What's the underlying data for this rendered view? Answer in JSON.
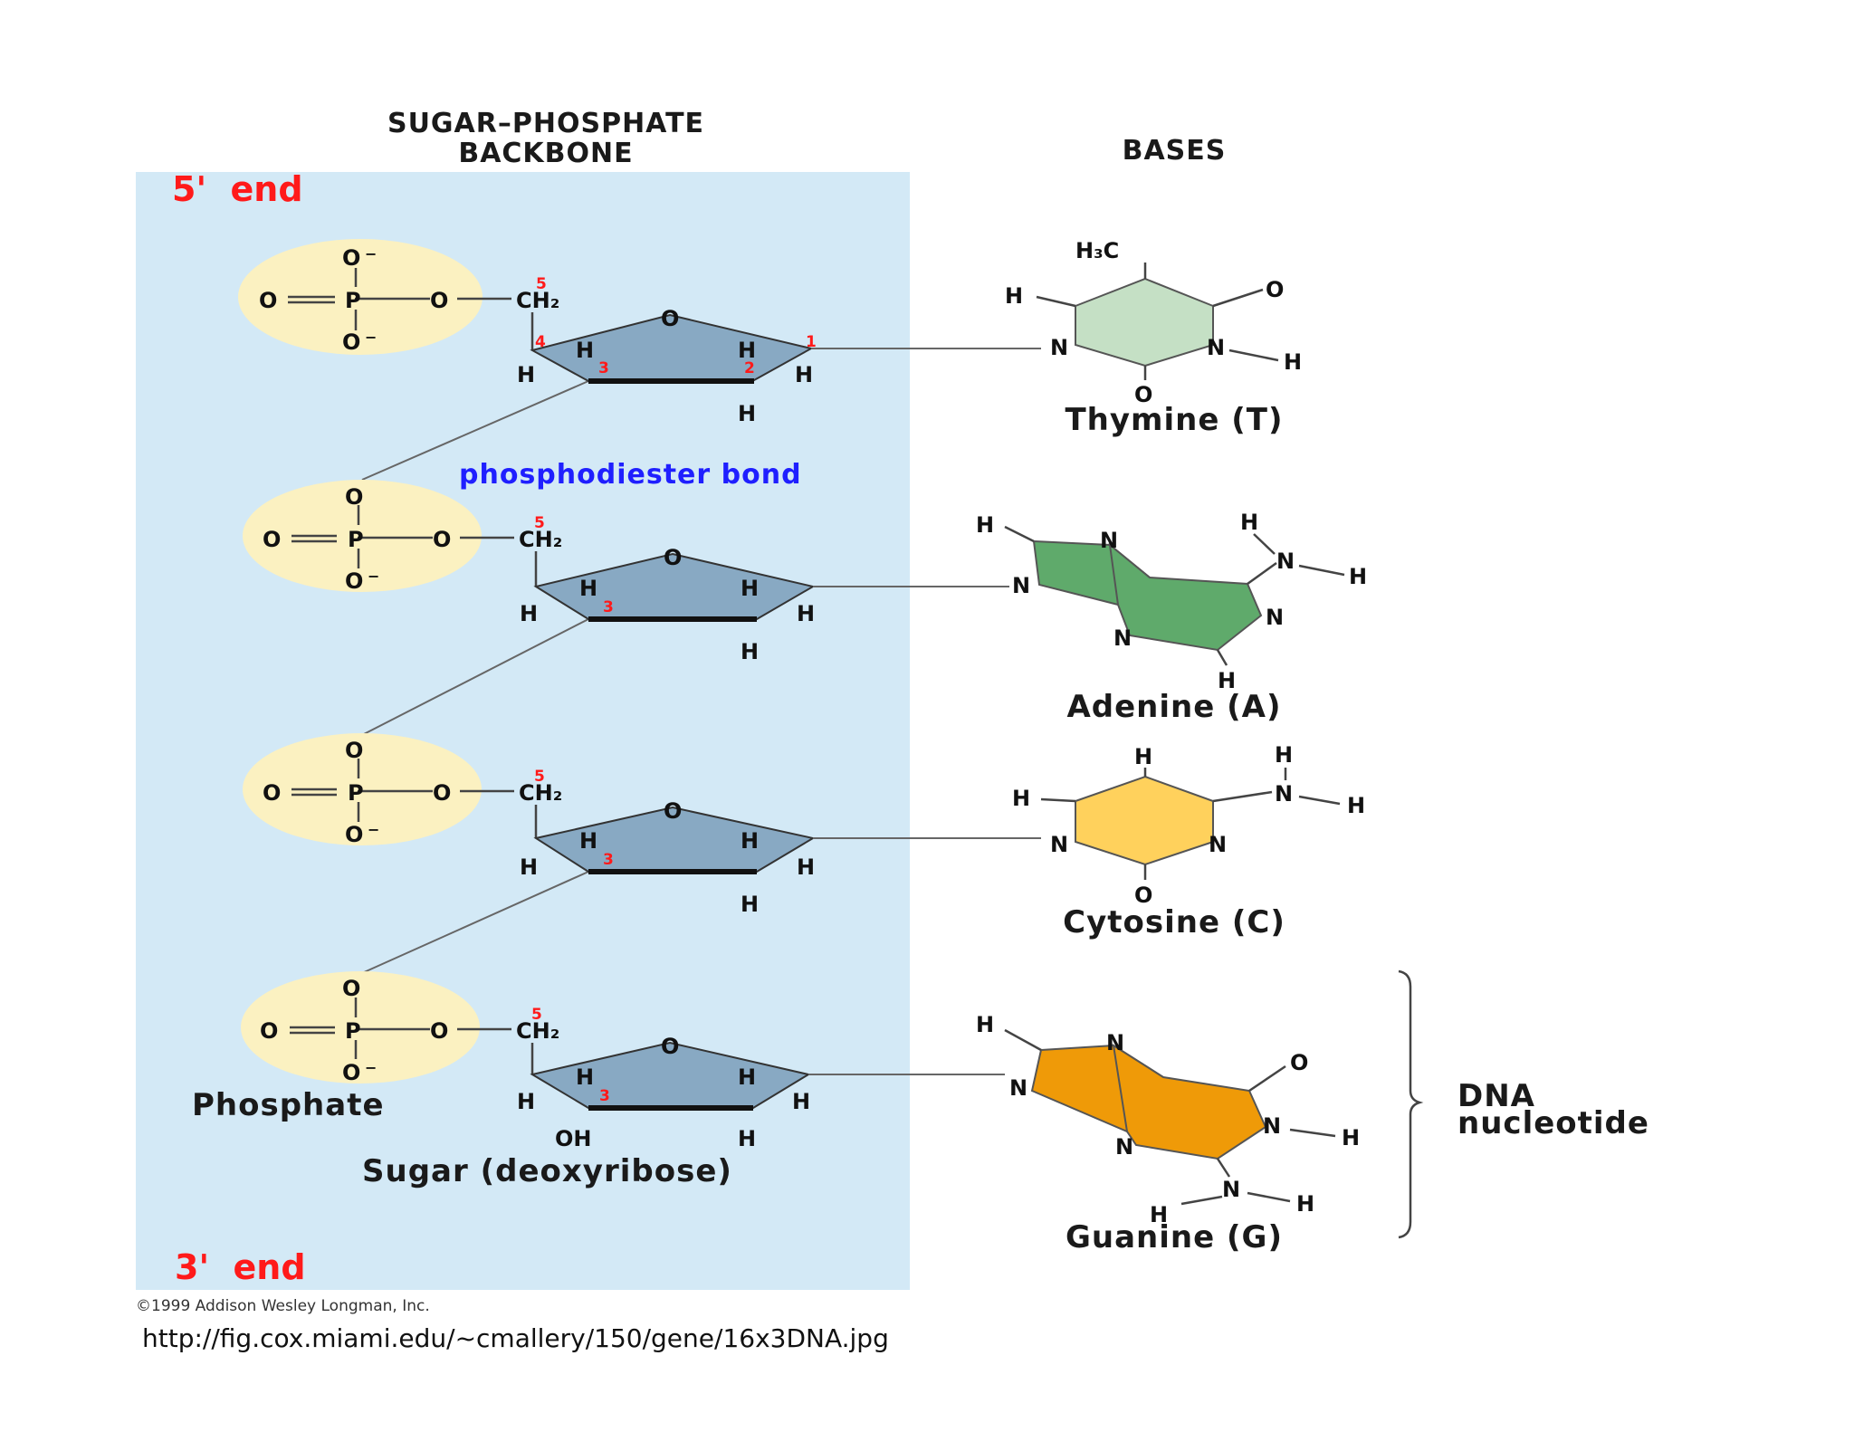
{
  "headers": {
    "backbone_line1": "SUGAR–PHOSPHATE",
    "backbone_line2": "BACKBONE",
    "bases": "BASES"
  },
  "ends": {
    "five_prime": "5'  end",
    "three_prime": "3'  end"
  },
  "labels": {
    "phosphodiester_bond": "phosphodiester bond",
    "phosphate": "Phosphate",
    "sugar": "Sugar (deoxyribose)",
    "dna_nucleotide_line1": "DNA",
    "dna_nucleotide_line2": "nucleotide"
  },
  "bases": [
    {
      "name": "Thymine (T)",
      "color": "#c5e0c5"
    },
    {
      "name": "Adenine (A)",
      "color": "#5faa6b"
    },
    {
      "name": "Cytosine (C)",
      "color": "#ffd15c"
    },
    {
      "name": "Guanine (G)",
      "color": "#ef9a08"
    }
  ],
  "colors": {
    "backbone_bg": "#d3e9f6",
    "phosphate_disc": "#fbf1c1",
    "sugar_ring": "#88a9c3",
    "end_text": "#ff1a1a",
    "bond_text": "#1f1fff"
  },
  "credit": "©1999 Addison Wesley Longman, Inc.",
  "url": "http://fig.cox.miami.edu/~cmallery/150/gene/16x3DNA.jpg"
}
